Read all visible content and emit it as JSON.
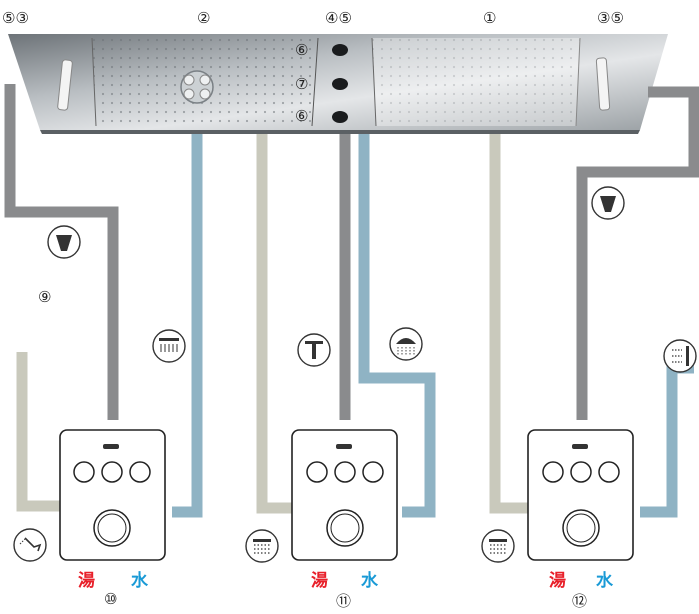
{
  "colors": {
    "pipe_gray": "#8a8b8d",
    "pipe_blue": "#8fb3c4",
    "pipe_beige": "#c9c9bc",
    "hot": "#e8202a",
    "cold": "#1a9ad6"
  },
  "top_labels": {
    "l53": "⑤③",
    "l2": "②",
    "l45": "④⑤",
    "l1": "①",
    "l35": "③⑤"
  },
  "panel_labels": {
    "p6a": "⑥",
    "p7": "⑦",
    "p6b": "⑥"
  },
  "label_9": "⑨",
  "valves": [
    {
      "hot": "湯",
      "cold": "水",
      "number": "⑩"
    },
    {
      "hot": "湯",
      "cold": "水",
      "number": "⑪"
    },
    {
      "hot": "湯",
      "cold": "水",
      "number": "⑫"
    }
  ],
  "icons": [
    "waterfall-icon",
    "rain-shower-icon",
    "tap-icon",
    "shower-head-icon",
    "waterfall-icon",
    "body-jet-icon",
    "hand-shower-icon",
    "mist-icon",
    "mist-icon"
  ]
}
